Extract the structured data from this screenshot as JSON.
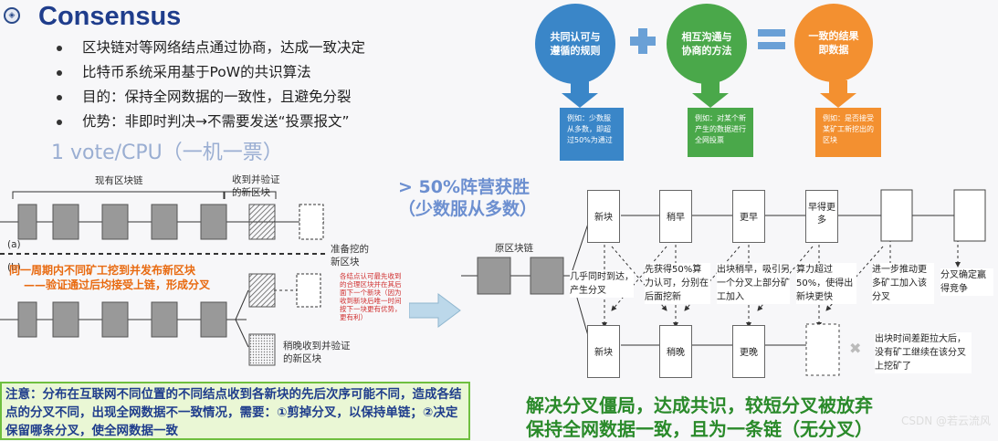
{
  "title": "Consensus",
  "bullets": [
    "区块链对等网络结点通过协商，达成一致决定",
    "比特币系统采用基于PoW的共识算法",
    "目的：保持全网数据的一致性，且避免分裂",
    "优势：非即时判决→不需要发送“投票报文”"
  ],
  "vote_caption": "1 vote/CPU（一机一票）",
  "left_diagram": {
    "label_existing_chain": "现有区块链",
    "label_new_verified_top": "收到并验证的新区块",
    "label_a": "(a)",
    "label_b": "(b)",
    "label_pending": "准备挖的新区块",
    "orange_line1": "同一周期内不同矿工挖到并发布新区块",
    "orange_line2": "——验证通过后均接受上链，形成分叉",
    "red_note": "各结点认可最先收到的合理区块并在其后面下一个新块（因为收到新块后唯一时间按下一块更有优势，更有利）",
    "label_slight_later": "稍晚收到并验证的新区块"
  },
  "note": {
    "text": "注意：分布在互联网不同位置的不同结点收到各新块的先后次序可能不同，造成各结点的分叉不同，出现全网数据不一致情况，需要：①剪掉分叉，以保持单链；②决定保留哪条分叉，使全网数据一致"
  },
  "formula": {
    "circle1": "共同认可与遵循的规则",
    "circle2": "相互沟通与协商的方法",
    "circle3": "一致的结果即数据",
    "ex1": "例如：少数服从多数，即超过50%为通过",
    "ex2": "例如：对某个新产生的数据进行全网投票",
    "ex3": "例如：是否接受某矿工新挖出的区块"
  },
  "majority_caption": "> 50%阵营获胜（少数服从多数）",
  "right_diagram": {
    "orig_chain": "原区块链",
    "top_blocks": [
      "新块",
      "稍早",
      "更早",
      "早得更多"
    ],
    "bottom_blocks": [
      "新块",
      "稍晚",
      "更晚"
    ],
    "ann1": "几乎同时到达，产生分叉",
    "ann2": "先获得50%算力认可，分别在后面挖新",
    "ann3": "出块稍早，吸引另一个分叉上部分矿工加入",
    "ann4": "算力超过50%，使得出新块更快",
    "ann5": "进一步推动更多矿工加入该分叉",
    "ann6": "分叉确定赢得竞争",
    "ann7": "出块时间差距拉大后，没有矿工继续在该分叉上挖矿了"
  },
  "bottom_line1": "解决分叉僵局，达成共识，较短分叉被放弃",
  "bottom_line2": "保持全网数据一致，且为一条链（无分叉）",
  "watermark": "CSDN @若云流风",
  "colors": {
    "title": "#1f3d8c",
    "circle_blue": "#3a86c8",
    "circle_green": "#4aa84a",
    "circle_orange": "#f39030",
    "bottom_green": "#2a8a2a",
    "orange_text": "#e86a10"
  }
}
